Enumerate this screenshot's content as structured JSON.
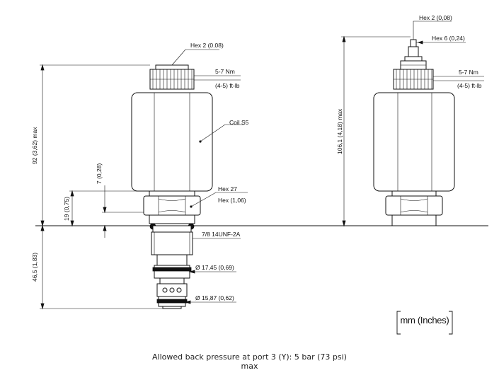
{
  "labels": {
    "hex2_left": "Hex 2 (0.08)",
    "torque_left": "5-7 Nm",
    "torque_left_imperial": "(4-5) ft-lb",
    "coil": "Coil S5",
    "dim_92": "92 (3,62) max",
    "dim_7": "7 (0,28)",
    "dim_19": "19 (0,75)",
    "hex27": "Hex 27",
    "hex27_imperial": "Hex (1,06)",
    "thread": "7/8 14UNF-2A",
    "dim_465": "46,5 (1,83)",
    "dia_1745": "Ø 17,45 (0,69)",
    "dia_1587": "Ø 15,87 (0,62)",
    "hex2_right": "Hex 2 (0,08)",
    "hex6_right": "Hex 6 (0,24)",
    "torque_right": "5-7 Nm",
    "torque_right_imperial": "(4-5) ft-lb",
    "dim_1061": "106,1 (4,18) max",
    "units": "mm (Inches)"
  },
  "caption": {
    "line1": "Allowed back pressure at port 3 (Y): 5 bar (73 psi)",
    "line2": "max"
  }
}
